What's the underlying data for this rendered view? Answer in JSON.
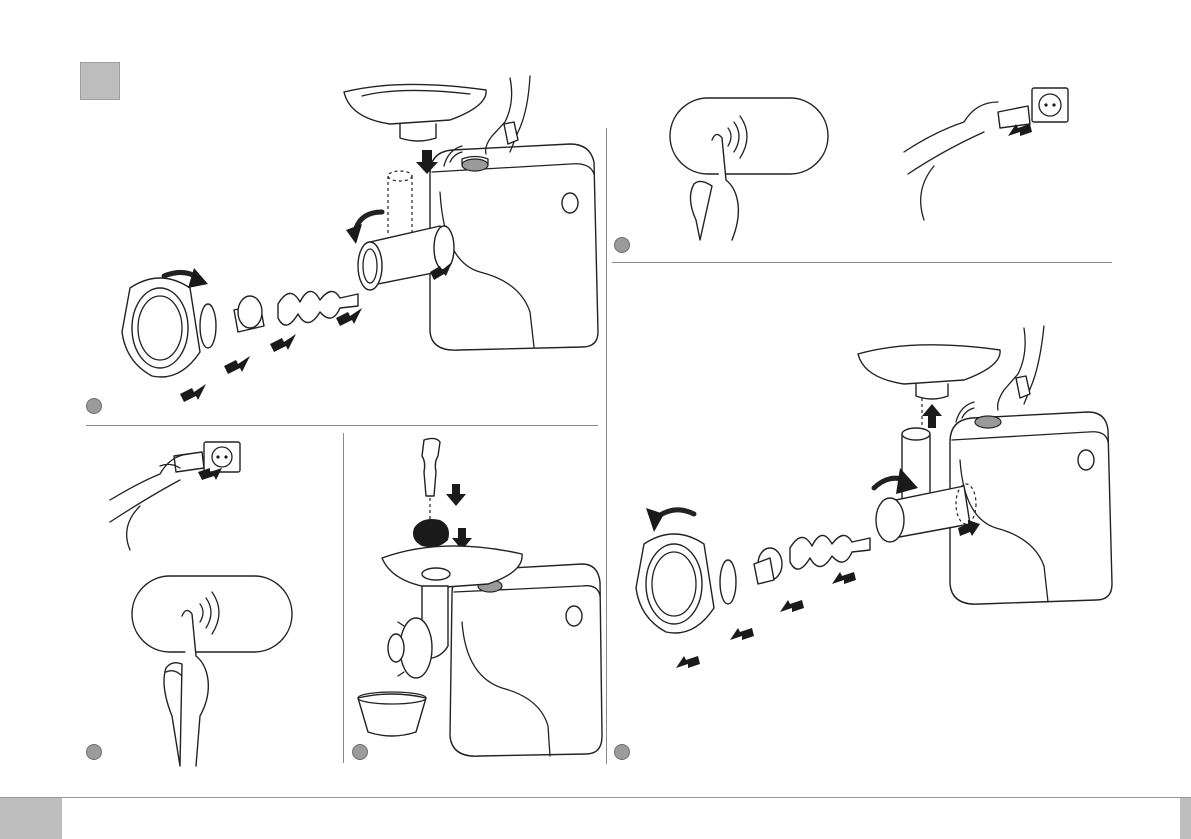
{
  "page": {
    "section_label": "",
    "page_number": ""
  },
  "steps": [
    {
      "id": "assemble",
      "label": ""
    },
    {
      "id": "power-on",
      "label": ""
    },
    {
      "id": "plug-in-and-touch",
      "label": ""
    },
    {
      "id": "feed-and-mince",
      "label": ""
    },
    {
      "id": "disassemble",
      "label": ""
    }
  ],
  "colors": {
    "ink": "#1a1a1a",
    "badge_gray": "#bdbdbd",
    "rule_gray": "#8a8a8a",
    "knob_gray": "#9a9a9a"
  },
  "icons": [
    "touch-switch-icon",
    "power-plug-icon",
    "rotate-arrow-icon",
    "direction-arrow-icon"
  ]
}
